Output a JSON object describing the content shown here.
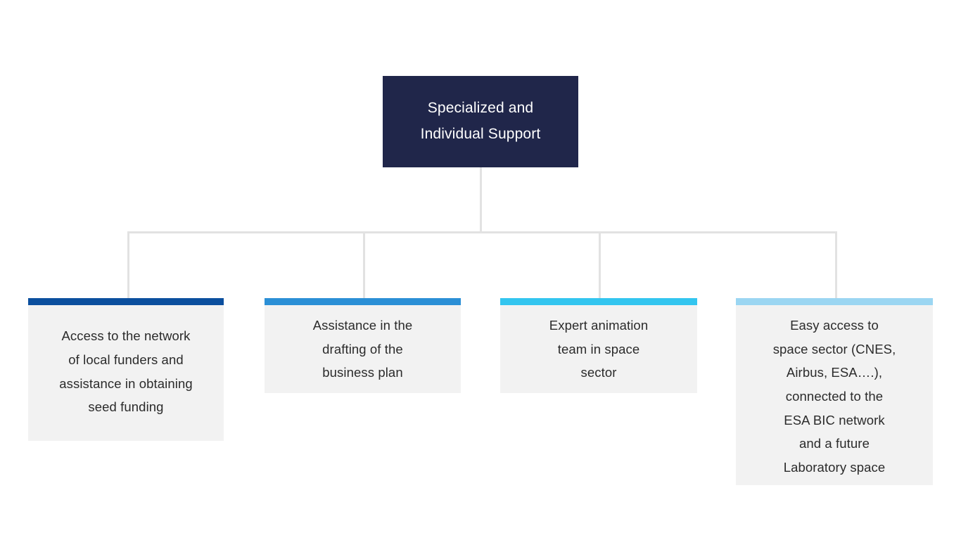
{
  "diagram": {
    "type": "organizational-tree",
    "title": "Specialized and Individual Support",
    "background_color": "#ffffff",
    "connector_color": "#e2e2e2",
    "card_background": "#f2f2f2",
    "card_text_color": "#2b2b2b"
  },
  "root": {
    "label": "Specialized and\nIndividual Support",
    "background_color": "#20264a",
    "text_color": "#ffffff"
  },
  "branches": [
    {
      "id": "funding-network",
      "label": "Access to the network\nof local funders and\nassistance in obtaining\nseed funding",
      "accent_color": "#0b4f9e"
    },
    {
      "id": "business-plan",
      "label": "Assistance in the\ndrafting of the\nbusiness plan",
      "accent_color": "#2b8fd6"
    },
    {
      "id": "animation-team",
      "label": "Expert animation\nteam in space\nsector",
      "accent_color": "#33c5ef"
    },
    {
      "id": "space-sector-access",
      "label": "Easy access to\nspace sector (CNES,\nAirbus, ESA….),\nconnected to the\nESA BIC network\nand a future\nLaboratory space",
      "accent_color": "#9bd6f2"
    }
  ]
}
